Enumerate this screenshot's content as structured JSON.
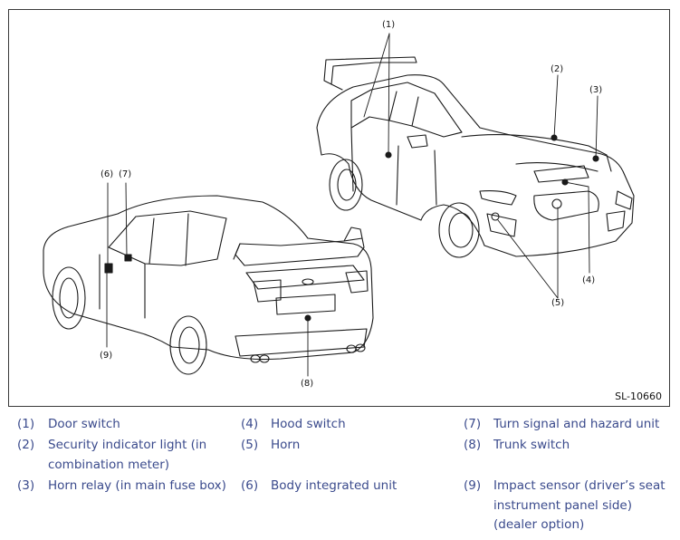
{
  "figure": {
    "code": "SL-10660",
    "callouts": [
      "(1)",
      "(2)",
      "(3)",
      "(4)",
      "(5)",
      "(6)",
      "(7)",
      "(8)",
      "(9)"
    ]
  },
  "legend": [
    {
      "num": "(1)",
      "lines": [
        "Door switch"
      ]
    },
    {
      "num": "(2)",
      "lines": [
        "Security indicator light (in",
        "combination meter)"
      ]
    },
    {
      "num": "(3)",
      "lines": [
        "Horn relay (in main fuse box)"
      ]
    },
    {
      "num": "(4)",
      "lines": [
        "Hood switch"
      ]
    },
    {
      "num": "(5)",
      "lines": [
        "Horn"
      ]
    },
    {
      "num": "(6)",
      "lines": [
        "Body integrated unit"
      ]
    },
    {
      "num": "(7)",
      "lines": [
        "Turn signal and hazard unit"
      ]
    },
    {
      "num": "(8)",
      "lines": [
        "Trunk switch"
      ]
    },
    {
      "num": "(9)",
      "lines": [
        "Impact sensor (driver’s seat",
        "instrument panel side)",
        "(dealer option)"
      ]
    }
  ],
  "colors": {
    "legend_text": "#3a4a8c",
    "line_art": "#1a1a1a"
  }
}
